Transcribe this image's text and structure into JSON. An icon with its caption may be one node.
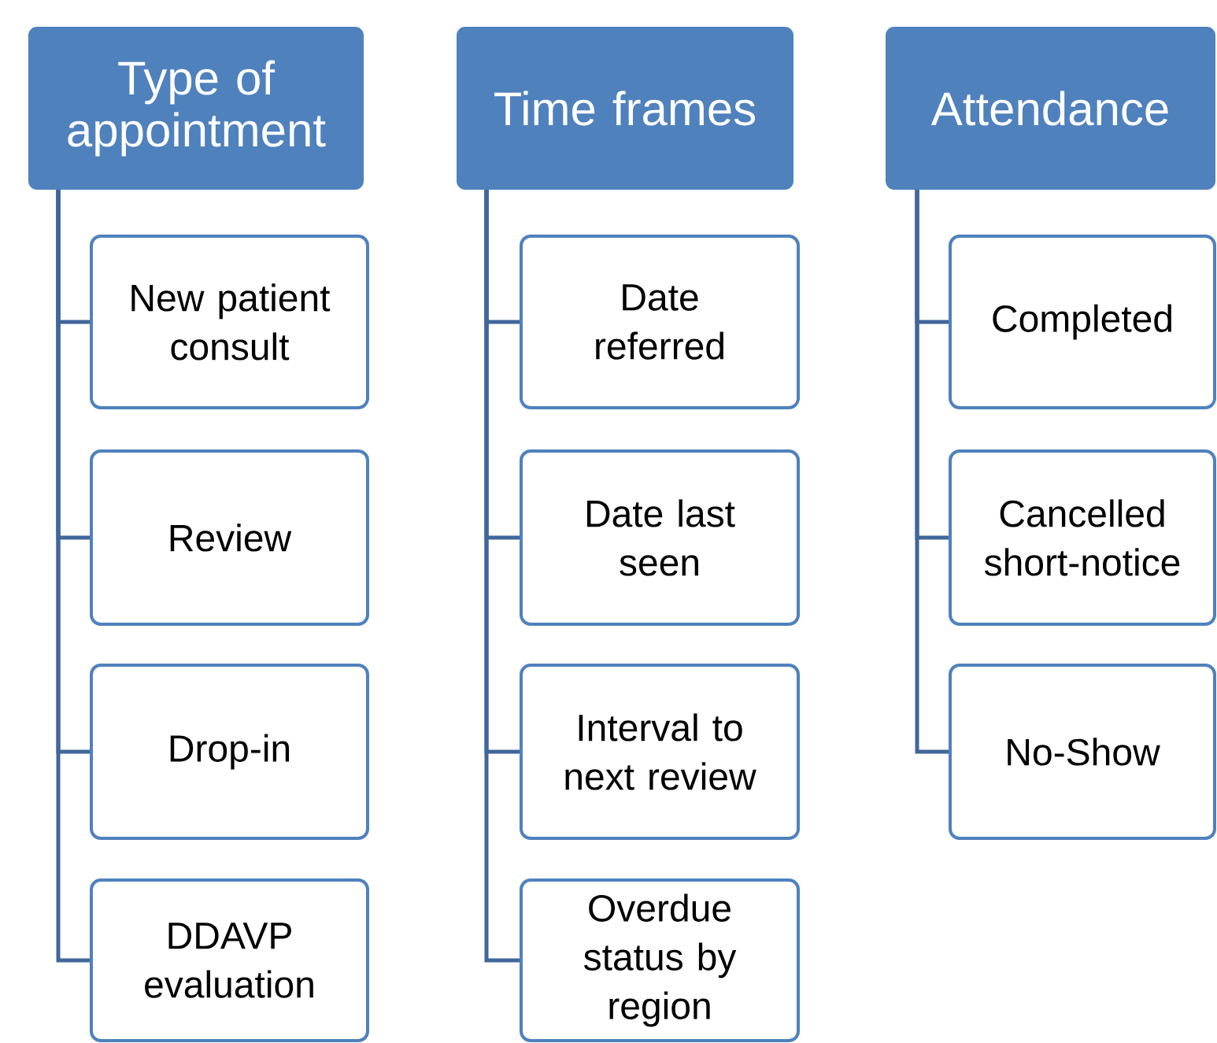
{
  "diagram": {
    "nodes": [
      {
        "text": [
          "Type of appointment"
        ]
      },
      {
        "text": [
          "New patient consult"
        ]
      },
      {
        "text": [
          "Review"
        ]
      },
      {
        "text": [
          "Drop-in"
        ]
      },
      {
        "text": [
          "DDAVP evaluation"
        ]
      },
      {
        "text": [
          "Time frames"
        ]
      },
      {
        "text": [
          "Date referred"
        ]
      },
      {
        "text": [
          "Date last seen"
        ]
      },
      {
        "text": [
          "Interval to next review"
        ]
      },
      {
        "text": [
          "Overdue status by region"
        ]
      },
      {
        "text": [
          "Attendance"
        ]
      },
      {
        "text": [
          "Completed"
        ]
      },
      {
        "text": [
          "Cancelled short-notice"
        ]
      },
      {
        "text": [
          "No-Show"
        ]
      }
    ],
    "edges": [
      {
        "from": 0,
        "to": 1,
        "arrow": "none"
      },
      {
        "from": 0,
        "to": 2,
        "arrow": "none"
      },
      {
        "from": 0,
        "to": 3,
        "arrow": "none"
      },
      {
        "from": 0,
        "to": 4,
        "arrow": "none"
      },
      {
        "from": 5,
        "to": 6,
        "arrow": "none"
      },
      {
        "from": 5,
        "to": 7,
        "arrow": "none"
      },
      {
        "from": 5,
        "to": 8,
        "arrow": "none"
      },
      {
        "from": 5,
        "to": 9,
        "arrow": "none"
      },
      {
        "from": 10,
        "to": 11,
        "arrow": "none"
      },
      {
        "from": 10,
        "to": 12,
        "arrow": "none"
      },
      {
        "from": 10,
        "to": 13,
        "arrow": "none"
      }
    ]
  }
}
